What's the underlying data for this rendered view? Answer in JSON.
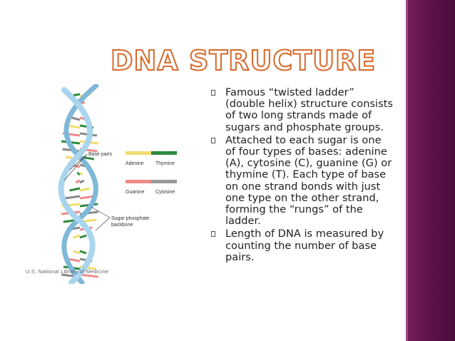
{
  "slide": {
    "title": "DNA STRUCTURE",
    "colors": {
      "title_outline": "#d8682a",
      "sidebar": "#5e1249"
    },
    "bullets": [
      "Famous “twisted ladder” (double helix) structure consists of two long strands made of sugars and phosphate groups.",
      "Attached to each sugar is one of four types of bases: adenine (A), cytosine (C), guanine (G) or thymine (T). Each type of base on one strand bonds with just one type on the other strand, forming the “rungs” of the ladder.",
      "Length of DNA is measured by counting the number of base pairs."
    ]
  },
  "figure": {
    "base_pairs_label": "Base pairs",
    "adenine": "Adenine",
    "thymine": "Thymine",
    "guanine": "Guanine",
    "cytosine": "Cytosine",
    "backbone_label_1": "Sugar phosphate",
    "backbone_label_2": "backbone",
    "credit": "U.S. National Library of Medicine",
    "colors": {
      "adenine": "#f2dc6e",
      "thymine": "#2e8b3e",
      "guanine": "#f08a8a",
      "cytosine": "#8a8a8a",
      "backbone": "#9fd0ea"
    }
  }
}
